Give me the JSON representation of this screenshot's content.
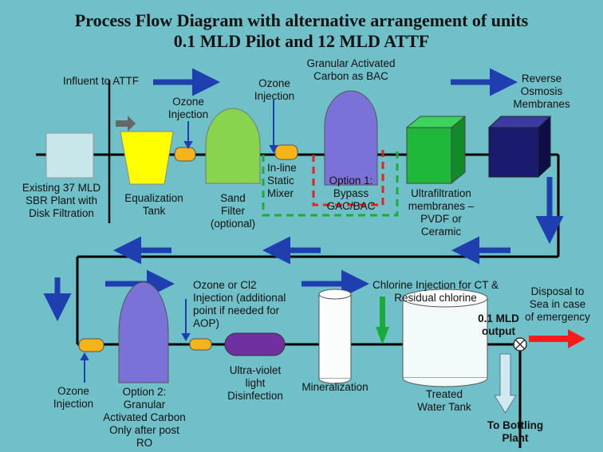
{
  "title": {
    "line1": "Process Flow Diagram with alternative arrangement of units",
    "line2": "0.1 MLD Pilot and 12 MLD ATTF"
  },
  "labels": {
    "influent": "Influent to ATTF",
    "ozone_injection_1": [
      "Ozone",
      "Injection"
    ],
    "ozone_injection_2": [
      "Ozone",
      "Injection"
    ],
    "gac_bac": [
      "Granular Activated",
      "Carbon as BAC"
    ],
    "reverse_osmosis": [
      "Reverse",
      "Osmosis",
      "Membranes"
    ],
    "existing_plant": [
      "Existing 37 MLD",
      "SBR Plant with",
      "Disk Filtration"
    ],
    "equalization": [
      "Equalization",
      "Tank"
    ],
    "sand_filter": [
      "Sand",
      "Filter",
      "(optional)"
    ],
    "static_mixer": [
      "In-line",
      "Static",
      "Mixer"
    ],
    "option1": [
      "Option 1:",
      "Bypass",
      "GAC/BAC"
    ],
    "ultrafiltration": [
      "Ultrafiltration",
      "membranes –",
      "PVDF or",
      "Ceramic"
    ],
    "ozone_cl2": [
      "Ozone or Cl2",
      "Injection (additional",
      "point if needed for",
      "AOP)"
    ],
    "chlorine_injection": [
      "Chlorine Injection for CT &",
      "Residual chlorine"
    ],
    "disposal": [
      "Disposal to",
      "Sea in case",
      "of emergency"
    ],
    "output": [
      "0.1 MLD",
      "output"
    ],
    "ozone_injection_3": [
      "Ozone",
      "Injection"
    ],
    "option2": [
      "Option 2:",
      "Granular",
      "Activated Carbon",
      "Only after post",
      "RO"
    ],
    "uv": [
      "Ultra-violet",
      "light",
      "Disinfection"
    ],
    "mineralization": "Mineralization",
    "treated_tank": [
      "Treated",
      "Water Tank"
    ],
    "bottling": [
      "To Bottling",
      "Plant"
    ]
  },
  "colors": {
    "background": "#6fc0c8",
    "arrow_blue": "#1f3fb0",
    "equalization": "#ffff00",
    "sand_filter": "#88d44e",
    "gac": "#7a72d6",
    "ultrafiltration": "#1fb83a",
    "reverse_osmosis": "#1a1a6e",
    "uv": "#7030a0",
    "injector": "#f4b41a",
    "chlorine_arrow": "#1aaa3a",
    "disposal_arrow": "#ff1a1a",
    "bypass_red": "#e82020",
    "bypass_green": "#1faa3a"
  }
}
